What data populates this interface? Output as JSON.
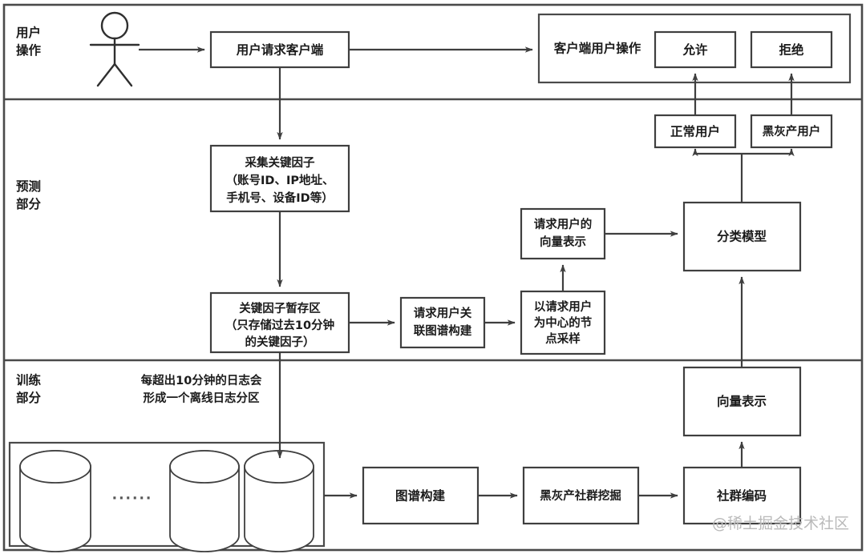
{
  "bands": [
    {
      "id": "user-ops",
      "label_line1": "用户",
      "label_line2": "操作"
    },
    {
      "id": "prediction",
      "label_line1": "预测",
      "label_line2": "部分"
    },
    {
      "id": "training",
      "label_line1": "训练",
      "label_line2": "部分"
    }
  ],
  "nodes": {
    "actor": {
      "name": "user-actor"
    },
    "user_request_client": {
      "label": "用户请求客户端"
    },
    "client_user_ops": {
      "label": "客户端用户操作"
    },
    "allow": {
      "label": "允许"
    },
    "deny": {
      "label": "拒绝"
    },
    "normal_user": {
      "label": "正常用户"
    },
    "black_gray_user": {
      "label": "黑灰产用户"
    },
    "collect_key_factors": {
      "line1": "采集关键因子",
      "line2": "（账号ID、IP地址、",
      "line3": "手机号、设备ID等）"
    },
    "key_factor_buffer": {
      "line1": "关键因子暂存区",
      "line2": "（只存储过去10分钟",
      "line3": "的关键因子）"
    },
    "request_graph_build": {
      "line1": "请求用户关",
      "line2": "联图谱构建"
    },
    "node_sampling": {
      "line1": "以请求用户",
      "line2": "为中心的节",
      "line3": "点采样"
    },
    "request_user_vector": {
      "line1": "请求用户的",
      "line2": "向量表示"
    },
    "classification_model": {
      "label": "分类模型"
    },
    "vector_representation": {
      "label": "向量表示"
    },
    "graph_build": {
      "label": "图谱构建"
    },
    "community_mining": {
      "label": "黑灰产社群挖掘"
    },
    "community_encoding": {
      "label": "社群编码"
    },
    "log_store": {
      "label": "",
      "dots": "······"
    }
  },
  "annotations": {
    "offline_partition": {
      "line1": "每超出10分钟的日志会",
      "line2": "形成一个离线日志分区"
    },
    "watermark": "@稀土掘金技术社区"
  },
  "colors": {
    "stroke": "#3f3f3f",
    "band_stroke": "#4a4a4a",
    "background": "#ffffff",
    "text": "#1b1b1b",
    "watermark": "#b9b9b9"
  }
}
